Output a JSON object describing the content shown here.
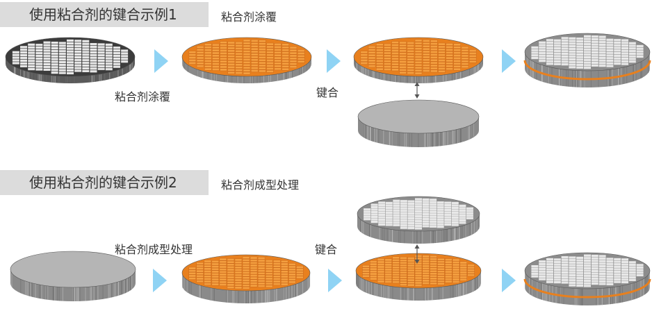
{
  "example1": {
    "title": "使用粘合剂的键合示例1",
    "subtitle": "粘合剂涂覆",
    "step1_label": "粘合剂涂覆",
    "step2_label": "键合"
  },
  "example2": {
    "title": "使用粘合剂的键合示例2",
    "subtitle": "粘合剂成型处理",
    "step1_label": "粘合剂成型处理",
    "step2_label": "键合"
  },
  "colors": {
    "arrow": "#8fd3f4",
    "adhesive": "#e8801e",
    "wafer_dark": "#4a4a4a",
    "wafer_grey": "#b5b5b5"
  }
}
